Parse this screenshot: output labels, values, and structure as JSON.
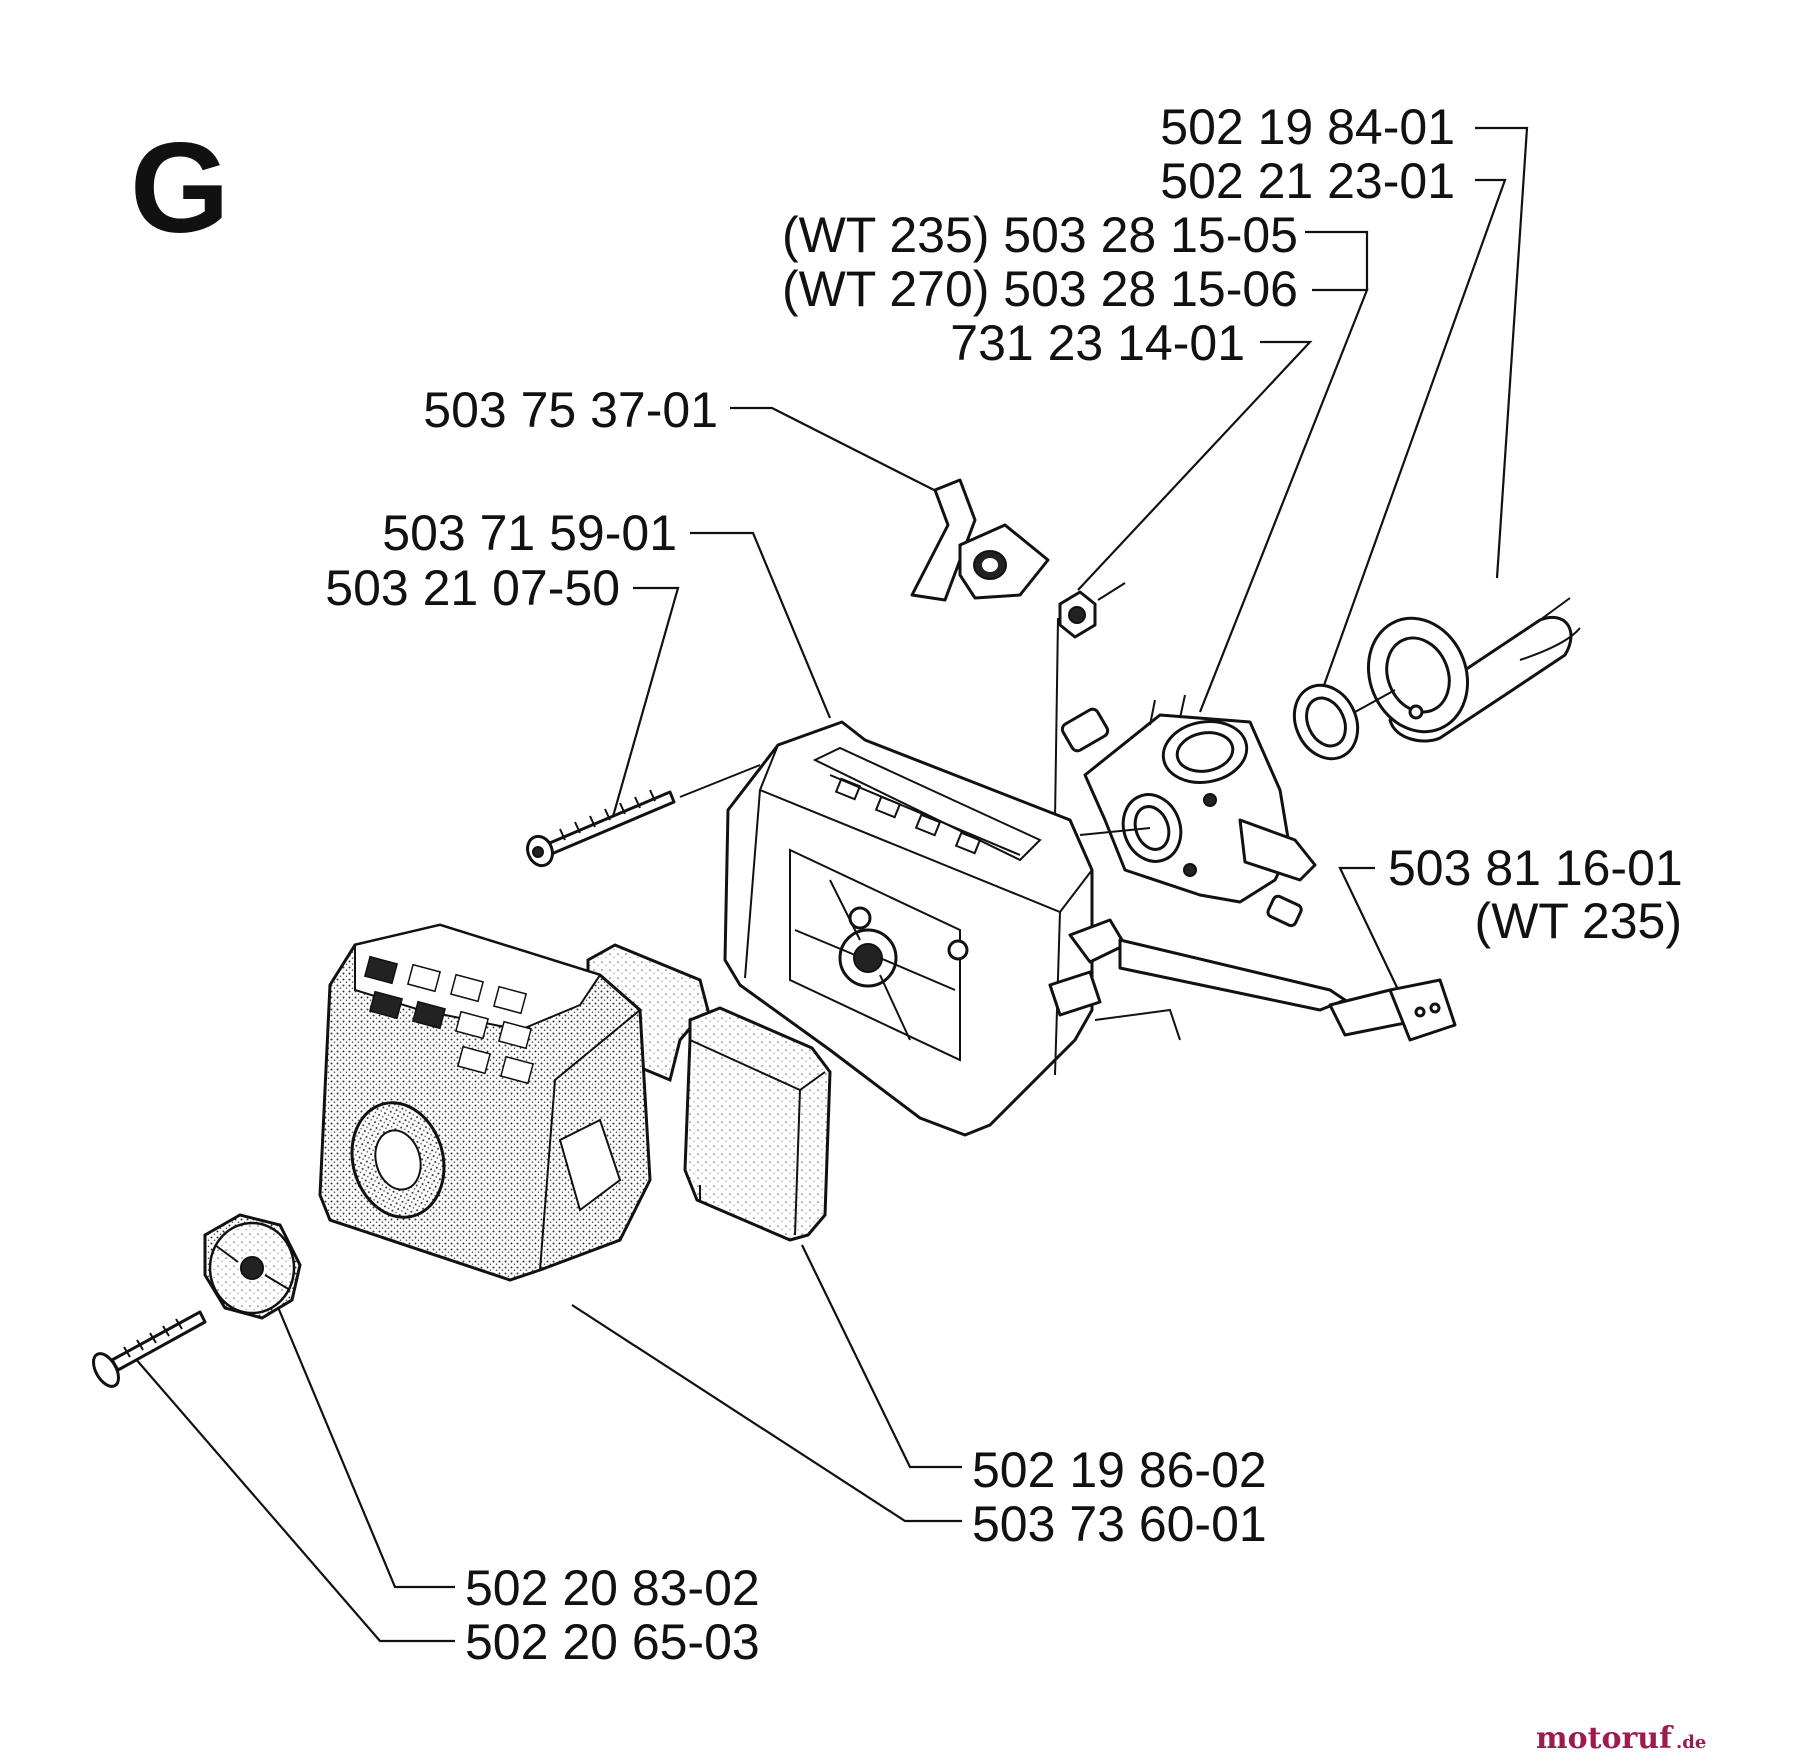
{
  "section_letter": "G",
  "part_labels": [
    {
      "id": "p1",
      "text": "502 19 84-01"
    },
    {
      "id": "p2",
      "text": "502 21 23-01"
    },
    {
      "id": "p3",
      "text": "(WT 235) 503 28 15-05"
    },
    {
      "id": "p4",
      "text": "(WT 270) 503 28 15-06"
    },
    {
      "id": "p5",
      "text": "731 23 14-01"
    },
    {
      "id": "p6",
      "text": "503 75 37-01"
    },
    {
      "id": "p7",
      "text": "503 71 59-01"
    },
    {
      "id": "p8",
      "text": "503 21 07-50"
    },
    {
      "id": "p9",
      "text": "503 81 16-01"
    },
    {
      "id": "p9b",
      "text": "(WT 235)"
    },
    {
      "id": "p10",
      "text": "502 19 86-02"
    },
    {
      "id": "p11",
      "text": "503 73 60-01"
    },
    {
      "id": "p12",
      "text": "502 20 83-02"
    },
    {
      "id": "p13",
      "text": "502 20 65-03"
    }
  ],
  "watermark": {
    "name": "motoruf",
    "suffix": ".de"
  }
}
